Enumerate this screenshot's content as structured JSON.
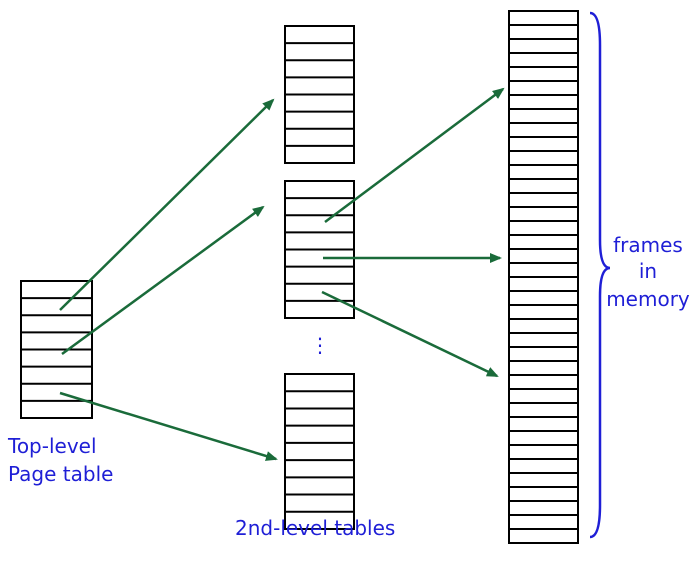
{
  "labels": {
    "top_level_line1": "Top-level",
    "top_level_line2": "Page table",
    "second_level": "2nd-level tables",
    "frames_line1": "frames",
    "frames_line2": "in",
    "frames_line3": "memory",
    "ellipsis": "⋮"
  },
  "colors": {
    "table_stroke": "#000000",
    "arrow": "#1a6b3a",
    "label_text": "#1f1fd6",
    "brace": "#1f1fd6"
  },
  "tables": {
    "top_level": {
      "rows": 8
    },
    "second_level_a": {
      "rows": 8
    },
    "second_level_b": {
      "rows": 8
    },
    "second_level_c": {
      "rows": 9
    },
    "frames": {
      "rows": 38
    }
  }
}
